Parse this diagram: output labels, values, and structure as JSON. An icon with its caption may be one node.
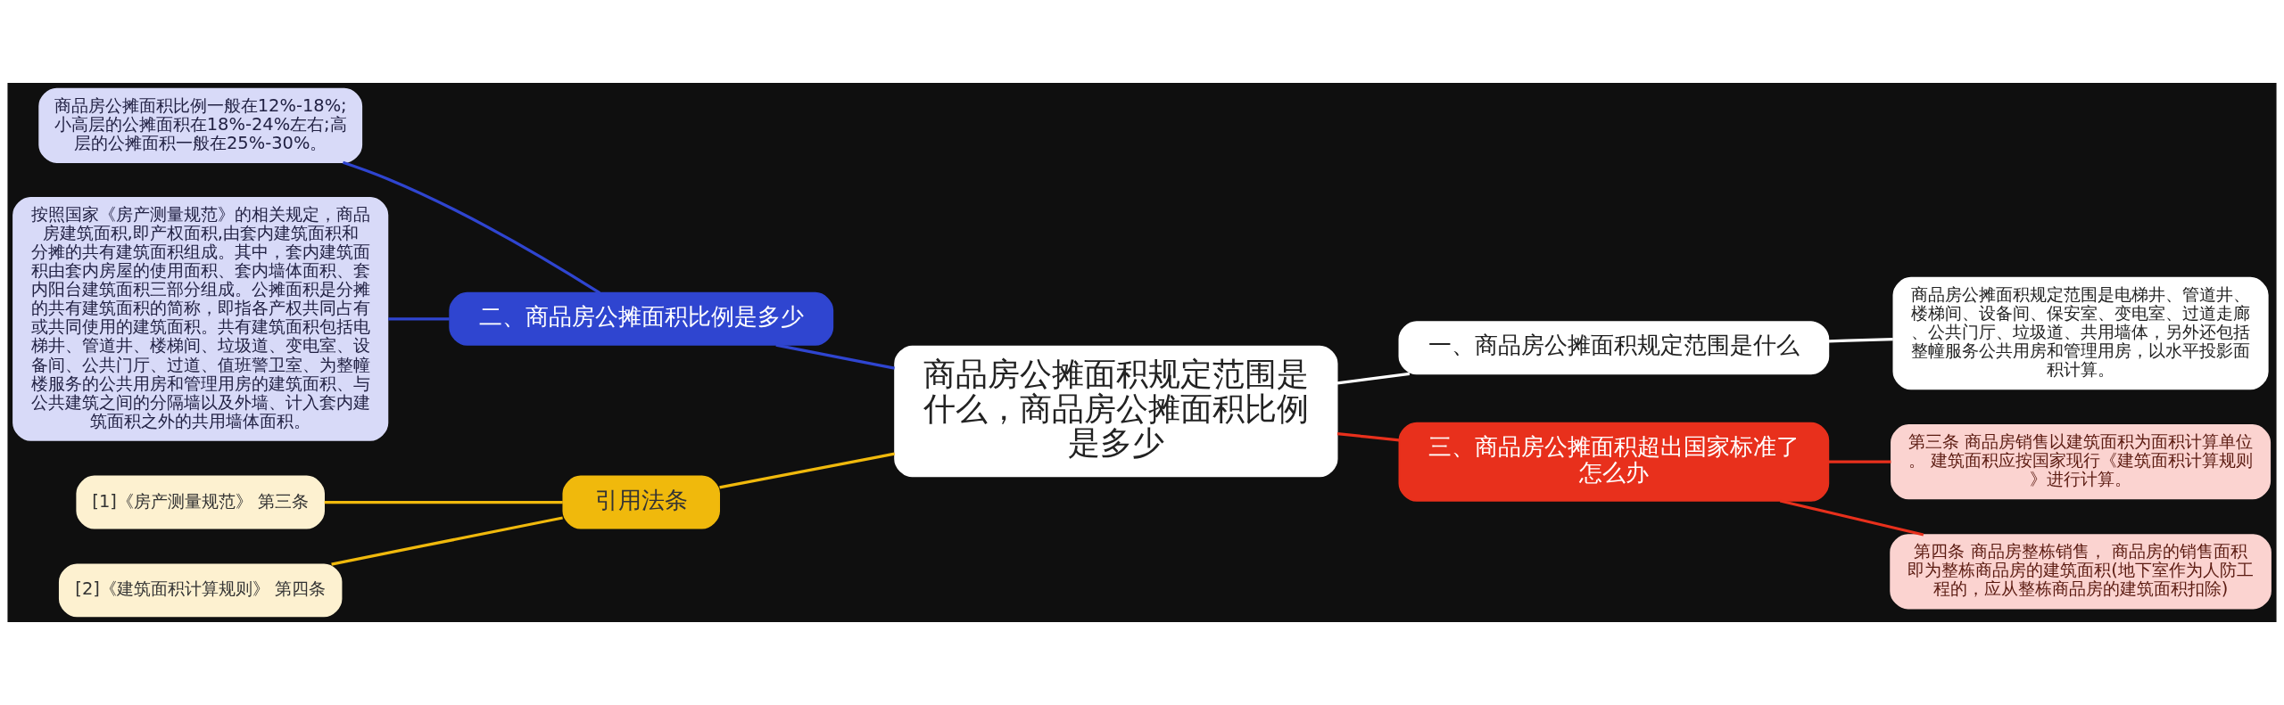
{
  "diagram": {
    "nodes": [
      {
        "text": [
          "商品房公摊面积规定范围是什么，商品房公摊面积比例是多少"
        ]
      },
      {
        "text": [
          "一、商品房公摊面积规定范围是什么"
        ]
      },
      {
        "text": [
          "商品房公摊面积规定范围是电梯井、管道井、楼梯间、设备间、保安室、变电室、过道走廊、公共门厅、垃圾道、共用墙体，另外还包括整幢服务公共用房和管理用房，以水平投影面积计算。"
        ]
      },
      {
        "text": [
          "三、商品房公摊面积超出国家标准了怎么办"
        ]
      },
      {
        "text": [
          "第三条 商品房销售以建筑面积为面积计算单位。 建筑面积应按国家现行《建筑面积计算规则》进行计算。"
        ]
      },
      {
        "text": [
          "第四条 商品房整栋销售， 商品房的销售面积即为整栋商品房的建筑面积(地下室作为人防工程的，应从整栋商品房的建筑面积扣除)"
        ]
      },
      {
        "text": [
          "二、商品房公摊面积比例是多少"
        ]
      },
      {
        "text": [
          "商品房公摊面积比例一般在12%-18%;小高层的公摊面积在18%-24%左右;高层的公摊面积一般在25%-30%。"
        ]
      },
      {
        "text": [
          "按照国家《房产测量规范》的相关规定，商品房建筑面积,即产权面积,由套内建筑面积和分摊的共有建筑面积组成。其中，套内建筑面积由套内房屋的使用面积、套内墙体面积、套内阳台建筑面积三部分组成。公摊面积是分摊的共有建筑面积的简称，即指各产权共同占有或共同使用的建筑面积。共有建筑面积包括电梯井、管道井、楼梯间、垃圾道、变电室、设备间、公共门厅、过道、值班警卫室、为整幢楼服务的公共用房和管理用房的建筑面积、与公共建筑之间的分隔墙以及外墙、计入套内建筑面积之外的共用墙体面积。"
        ]
      },
      {
        "text": [
          "引用法条"
        ]
      },
      {
        "text": [
          "[1]《房产测量规范》 第三条"
        ]
      },
      {
        "text": [
          "[2]《建筑面积计算规则》 第四条"
        ]
      }
    ],
    "edges": [
      {
        "from": 0,
        "to": 1,
        "arrow": "none",
        "color": "#ffffff"
      },
      {
        "from": 1,
        "to": 2,
        "arrow": "none",
        "color": "#ffffff"
      },
      {
        "from": 0,
        "to": 3,
        "arrow": "none",
        "color": "#e8301c"
      },
      {
        "from": 3,
        "to": 4,
        "arrow": "none",
        "color": "#e8301c"
      },
      {
        "from": 3,
        "to": 5,
        "arrow": "none",
        "color": "#e8301c"
      },
      {
        "from": 0,
        "to": 6,
        "arrow": "none",
        "color": "#2f45d0"
      },
      {
        "from": 6,
        "to": 7,
        "arrow": "none",
        "color": "#2f45d0"
      },
      {
        "from": 6,
        "to": 8,
        "arrow": "none",
        "color": "#2f45d0"
      },
      {
        "from": 0,
        "to": 9,
        "arrow": "none",
        "color": "#f0b90c"
      },
      {
        "from": 9,
        "to": 10,
        "arrow": "none",
        "color": "#f0b90c"
      },
      {
        "from": 9,
        "to": 11,
        "arrow": "none",
        "color": "#f0b90c"
      }
    ]
  }
}
